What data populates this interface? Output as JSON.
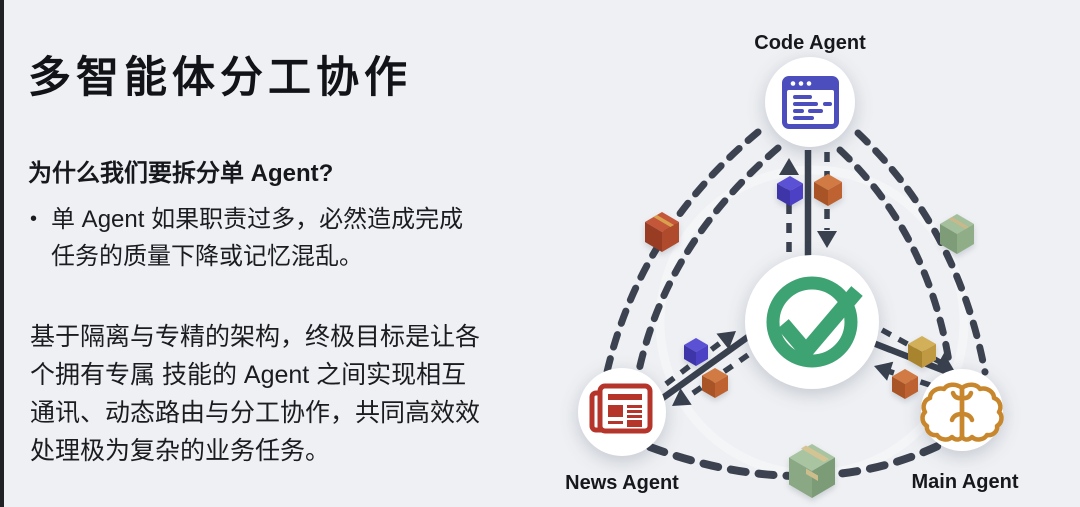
{
  "slide": {
    "title": "多智能体分工协作",
    "subtitle": "为什么我们要拆分单 Agent?",
    "bullet_marker": "•",
    "bullet": "单 Agent 如果职责过多，必然造成完成任务的质量下降或记忆混乱。",
    "paragraph": "基于隔离与专精的架构，终极目标是让各个拥有专属 技能的 Agent 之间实现相互通讯、动态路由与分工协作，共同高效效处理极为复杂的业务任务。"
  },
  "diagram": {
    "nodes": [
      {
        "id": "code",
        "label": "Code Agent",
        "icon": "code-window-icon",
        "color": "#4b4ebc"
      },
      {
        "id": "center",
        "label": "",
        "icon": "check-circle-icon",
        "color": "#3ea372"
      },
      {
        "id": "news",
        "label": "News Agent",
        "icon": "newspaper-icon",
        "color": "#b5352b"
      },
      {
        "id": "main",
        "label": "Main Agent",
        "icon": "brain-icon",
        "color": "#c8872c"
      }
    ],
    "colors": {
      "background": "#eef0f3",
      "line": "#3b4250",
      "cube_blue": "#4c40c4",
      "cube_orange": "#bf6231",
      "cube_red": "#b04a2c",
      "cube_green": "#8fae88",
      "cube_tan": "#c09a42",
      "edge_strip": "#202125"
    }
  }
}
